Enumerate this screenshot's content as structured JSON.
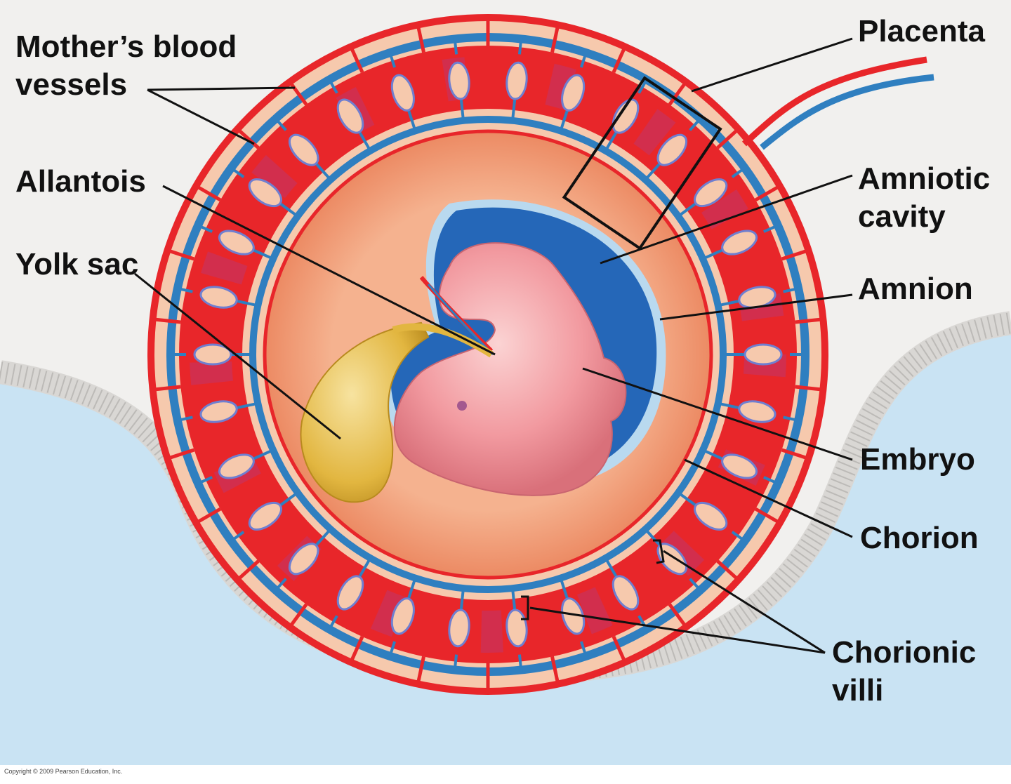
{
  "labels": {
    "mothers_blood_vessels": "Mother’s blood",
    "mothers_blood_vessels_line2": "vessels",
    "allantois": "Allantois",
    "yolk_sac": "Yolk sac",
    "placenta": "Placenta",
    "amniotic_cavity": "Amniotic",
    "amniotic_cavity_line2": "cavity",
    "amnion": "Amnion",
    "embryo": "Embryo",
    "chorion": "Chorion",
    "chorionic_villi": "Chorionic",
    "chorionic_villi_line2": "villi"
  },
  "copyright": "Copyright © 2009 Pearson Education, Inc.",
  "colors": {
    "background": "#f1f0ee",
    "uterine_cavity": "#c9e3f3",
    "uterine_wall": "#d7d5d2",
    "maternal_blood": "#e8262a",
    "fetal_vessels": "#2f7fc0",
    "chorion": "#f3a07c",
    "amniotic_fluid": "#2567b8",
    "embryo": "#f29aa0",
    "yolk_sac": "#e2b640"
  }
}
